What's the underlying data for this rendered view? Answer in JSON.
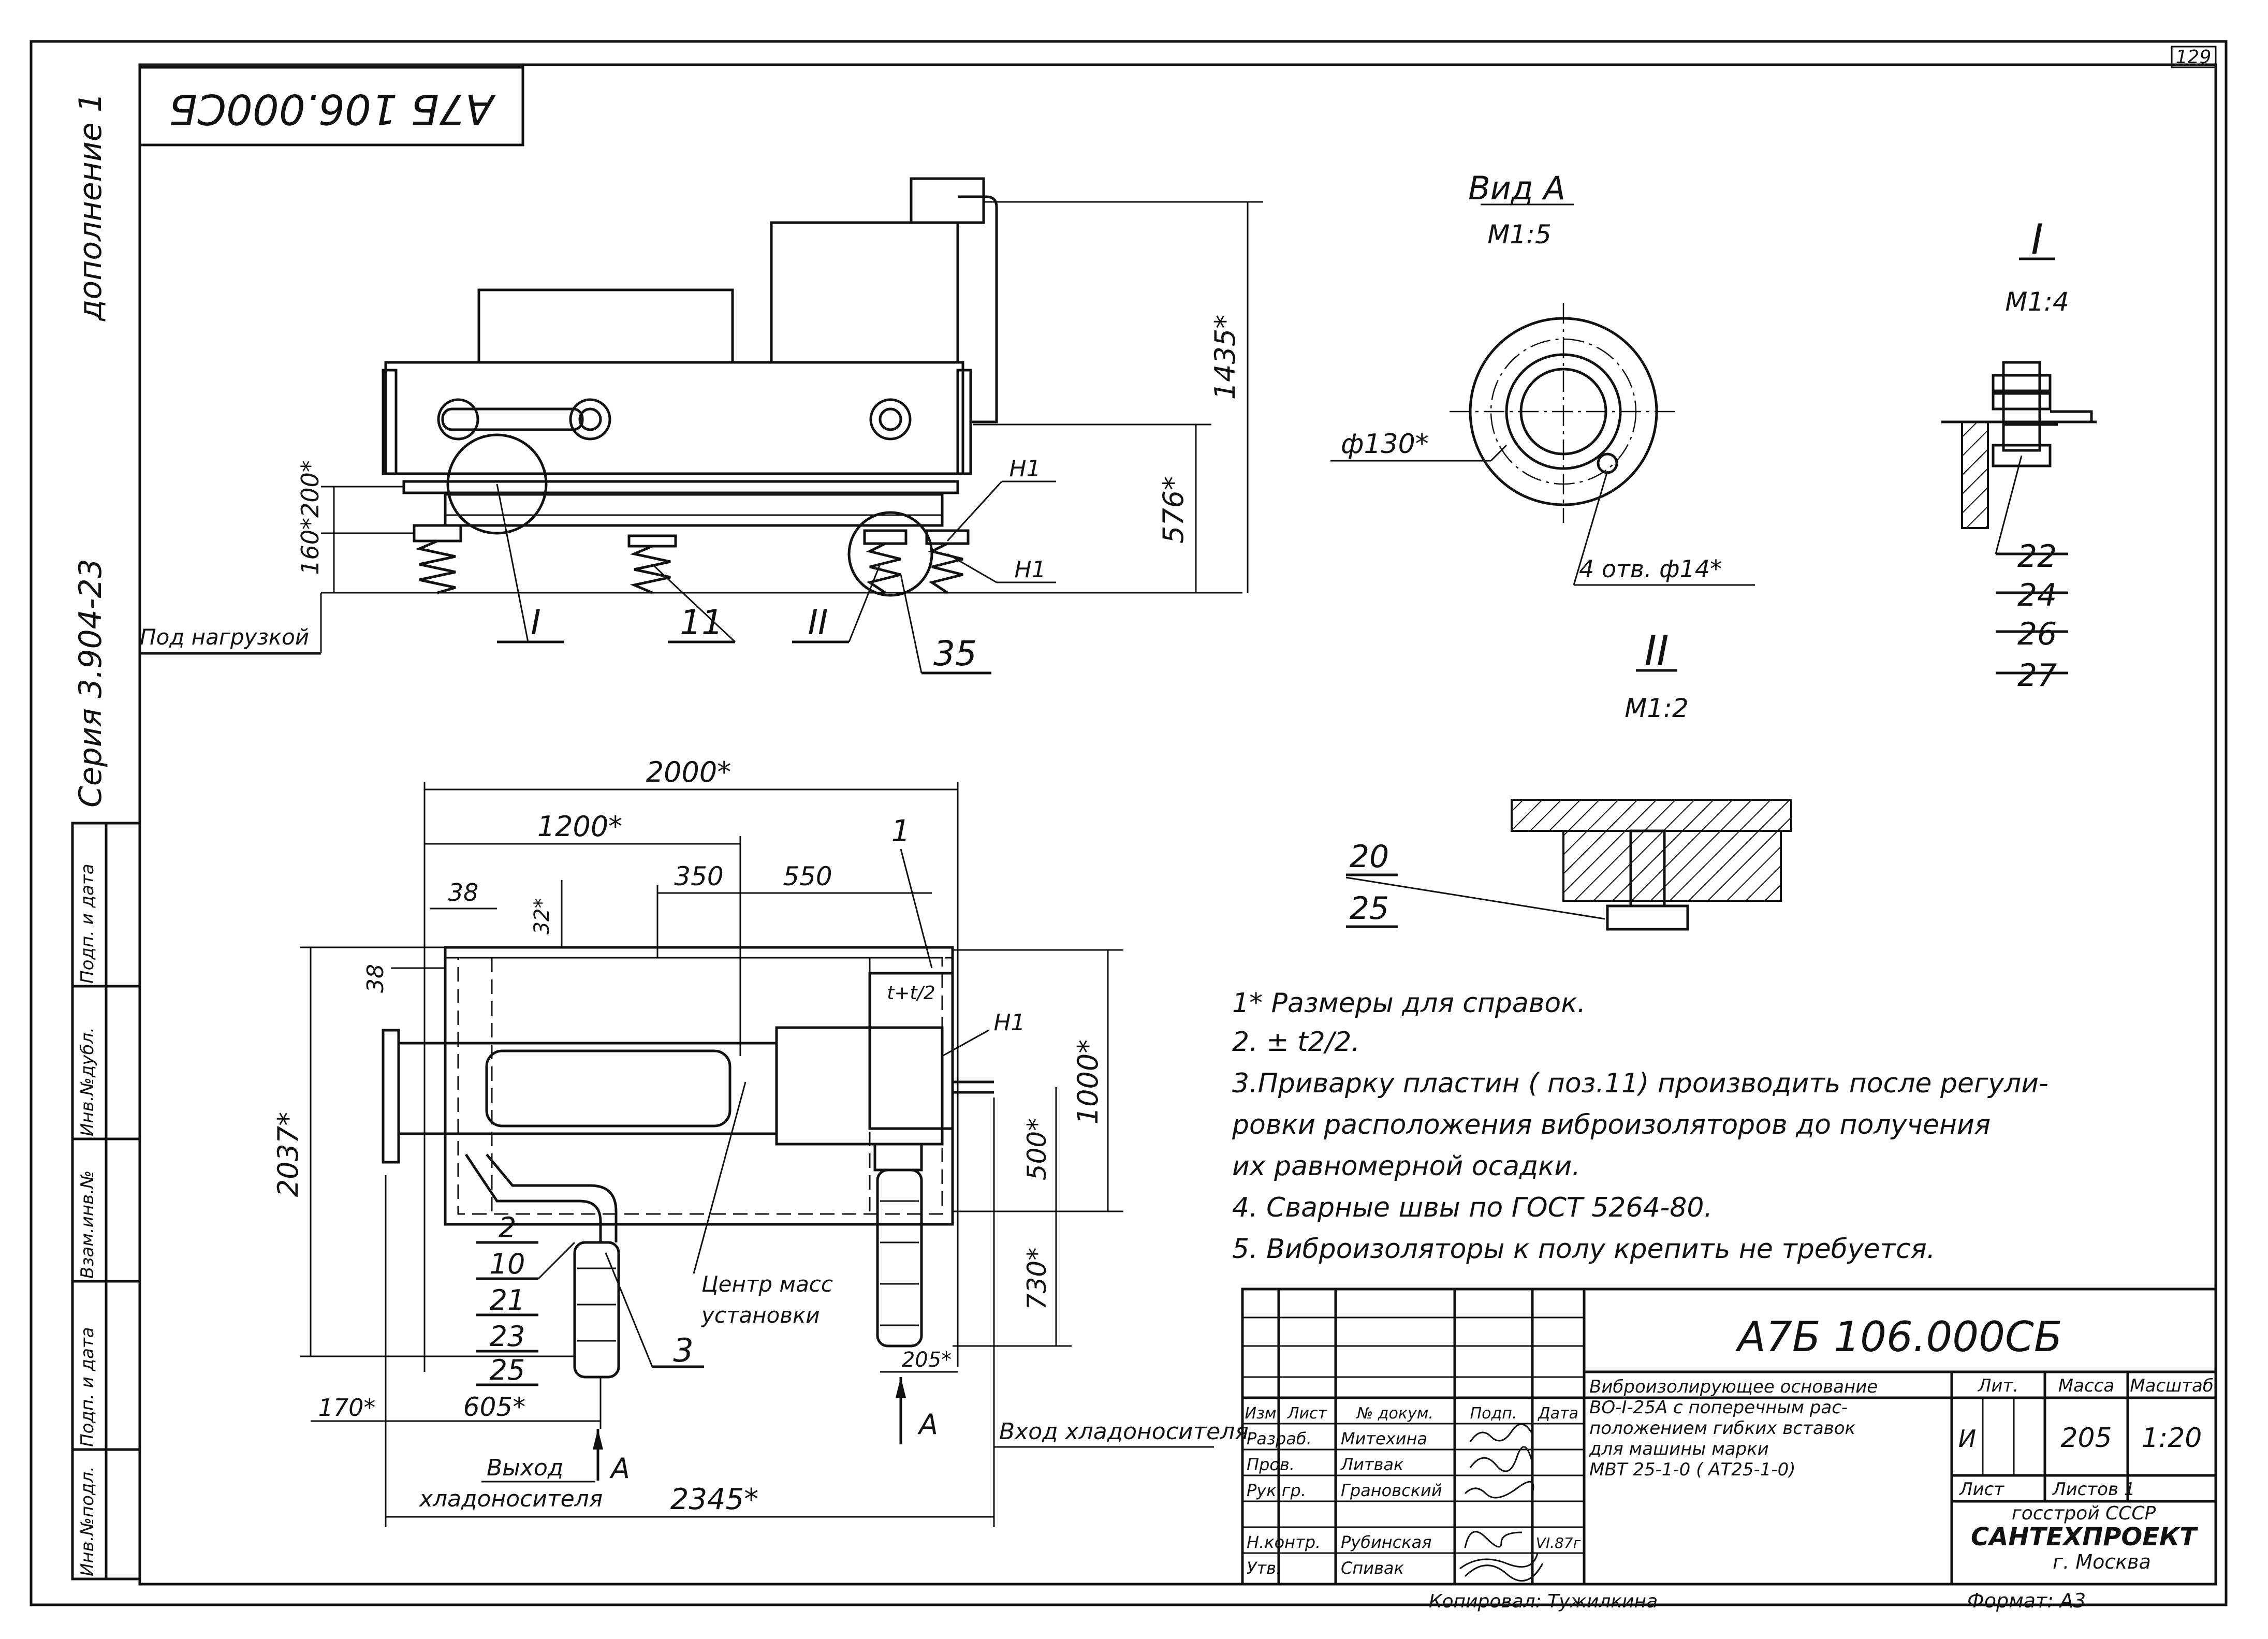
{
  "sheet": {
    "page_number": "129",
    "rotated_code": "А7Б 106.000СБ",
    "appendix": "дополнение 1",
    "series": "Серия 3.904-23"
  },
  "left_strip": {
    "labels": [
      "Подп. и дата",
      "Инв.№дубл.",
      "Взам.инв.№",
      "Подп. и дата",
      "Инв.№подл."
    ]
  },
  "side_view": {
    "dims": {
      "height_total": "1435*",
      "height_576": "576*",
      "height_160_200": "160*200*",
      "under_load": "Под нагрузкой"
    },
    "callouts": {
      "view_I": "I",
      "view_II": "II",
      "pos_11": "11",
      "pos_35": "35",
      "h1_top": "Н1",
      "h1_bottom": "Н1"
    }
  },
  "plan_view": {
    "dims": {
      "d2000": "2000*",
      "d1200": "1200*",
      "d350": "350",
      "d550": "550",
      "d38h": "38",
      "d38v": "38",
      "d32": "32*",
      "d1000": "1000*",
      "d500": "500*",
      "d730": "730*",
      "d2037": "2037*",
      "d205": "205*",
      "d170": "170*",
      "d605": "605*",
      "d2345": "2345*",
      "t": "t+t/2"
    },
    "callouts": {
      "pos_1": "1",
      "h1": "Н1",
      "pos_3": "3",
      "stack_left": [
        "2",
        "10",
        "21",
        "23",
        "25"
      ],
      "view_arrow_left": "А",
      "view_arrow_right": "А"
    },
    "labels": {
      "mass_center": "Центр масс",
      "installation": "установки",
      "outlet_1": "Выход",
      "outlet_2": "хладоносителя",
      "inlet": "Вход хладоносителя"
    }
  },
  "view_A": {
    "title": "Вид А",
    "scale": "М1:5",
    "dia": "ф130*",
    "holes": "4 отв. ф14*"
  },
  "detail_I": {
    "title": "I",
    "scale": "М1:4",
    "positions": [
      "22",
      "24",
      "26",
      "27"
    ]
  },
  "detail_II": {
    "title": "II",
    "scale": "М1:2",
    "positions": [
      "20",
      "25"
    ]
  },
  "notes": [
    "1* Размеры для справок.",
    "2. ± t2/2.",
    "3.Приварку пластин ( поз.11) производить после регули-",
    "ровки расположения виброизоляторов до получения",
    "их равномерной осадки.",
    "4. Сварные швы по ГОСТ 5264-80.",
    "5. Виброизоляторы к полу крепить не требуется."
  ],
  "title_block": {
    "designation": "А7Б 106.000СБ",
    "name": [
      "Виброизолирующее основание",
      "ВО-I-25А с поперечным рас-",
      "положением гибких вставок",
      "для машины марки",
      "МВТ 25-1-0 ( АТ25-1-0)"
    ],
    "col_headers": [
      "Изм",
      "Лист",
      "№ докум.",
      "Подп.",
      "Дата"
    ],
    "roles": [
      {
        "role": "Разраб.",
        "name": "Митехина"
      },
      {
        "role": "Пров.",
        "name": "Литвак"
      },
      {
        "role": "Рук.гр.",
        "name": "Грановский"
      },
      {
        "role": "Н.контр.",
        "name": "Рубинская"
      },
      {
        "role": "Утв.",
        "name": "Спивак"
      }
    ],
    "date": "VI.87г",
    "lit_header": "Лит.",
    "mass_header": "Масса",
    "scale_header": "Масштаб",
    "lit": "И",
    "mass": "205",
    "scale": "1:20",
    "sheet_label": "Лист",
    "sheets_label": "Листов 1",
    "org1": "госстрой СССР",
    "org2": "САНТЕХПРОЕКТ",
    "org3": "г. Москва",
    "copied": "Копировал: Тужилкина",
    "format": "Формат: А3"
  }
}
